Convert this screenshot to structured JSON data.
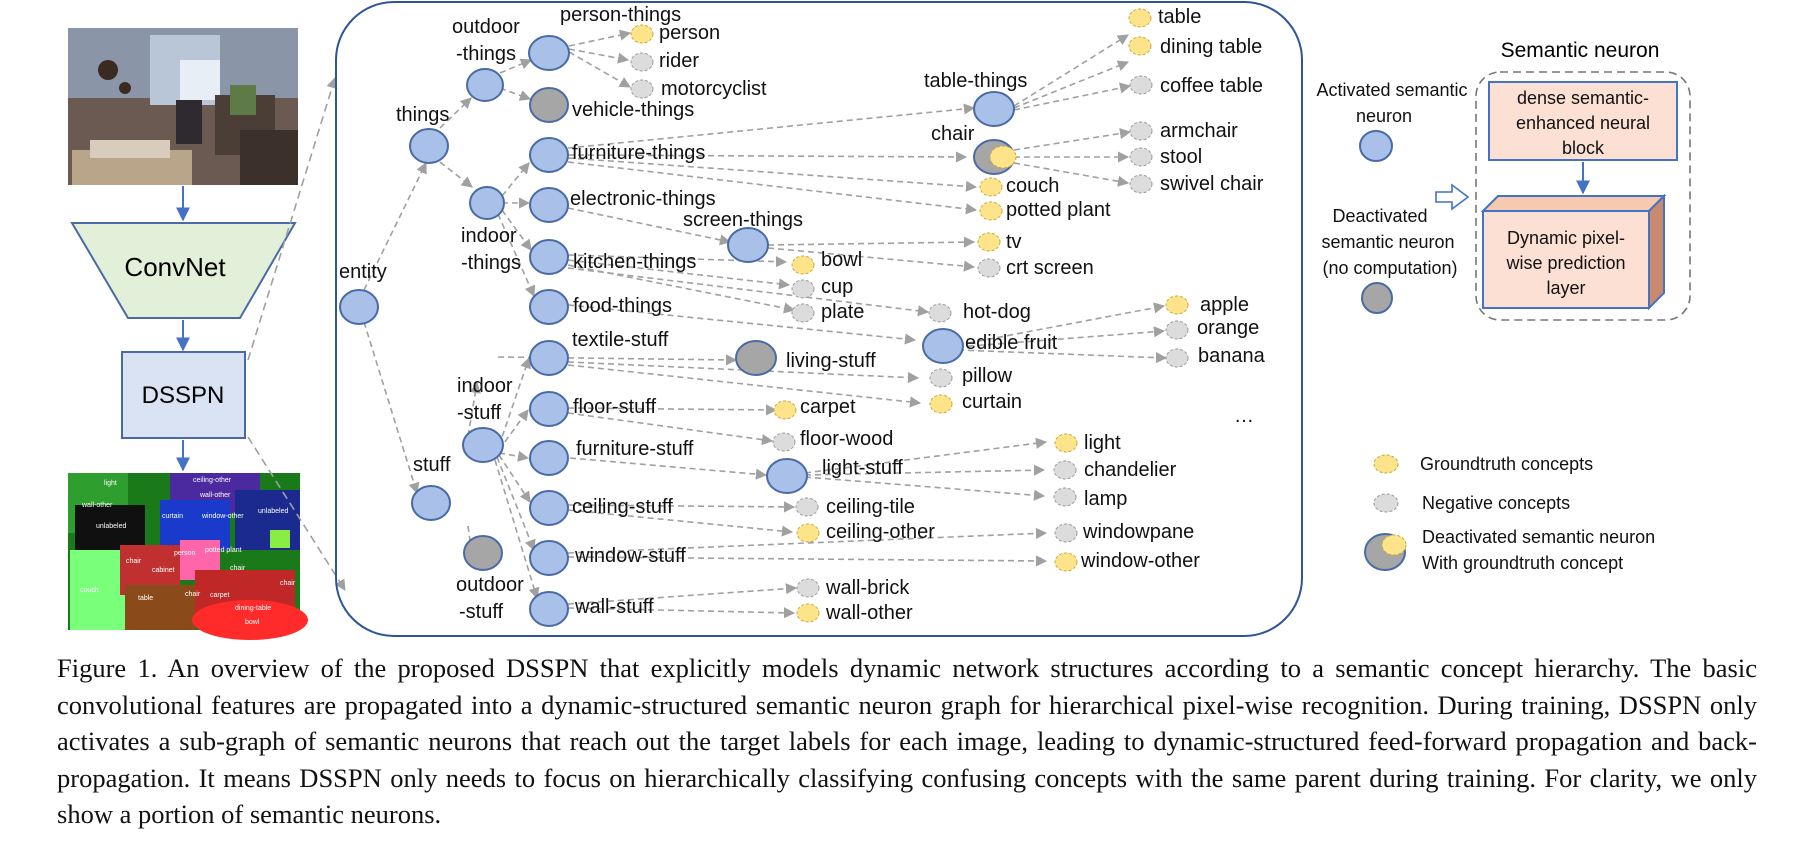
{
  "colors": {
    "activated_neuron": "#a9c0e8",
    "deactivated_neuron": "#a6a6a6",
    "groundtruth_concept": "#fde38a",
    "negative_concept": "#dcdcdc",
    "neuron_stroke": "#4a6aa6",
    "frame_stroke": "#2f5597",
    "convnet_fill": "#e2efd9",
    "dsspn_fill": "#dae3f3",
    "block_fill": "#fbe0d3"
  },
  "pipeline": {
    "convnet_label": "ConvNet",
    "dsspn_label": "DSSPN"
  },
  "segmentation_labels": [
    "light",
    "ceiling-other",
    "wall-other",
    "wall-other",
    "curtain",
    "window-other",
    "unlabeled",
    "unlabeled",
    "person",
    "potted plant",
    "chair",
    "cabinet",
    "chair",
    "chair",
    "chair",
    "couch",
    "table",
    "carpet",
    "dining-table",
    "bowl"
  ],
  "graph": {
    "nodes": {
      "entity": "entity",
      "things": "things",
      "outdoor_things": [
        "outdoor",
        "-things"
      ],
      "indoor_things": [
        "indoor",
        "-things"
      ],
      "stuff": "stuff",
      "indoor_stuff": [
        "indoor",
        "-stuff"
      ],
      "outdoor_stuff": [
        "outdoor",
        "-stuff"
      ],
      "person_things": "person-things",
      "vehicle_things": "vehicle-things",
      "furniture_things": "furniture-things",
      "electronic_things": "electronic-things",
      "kitchen_things": "kitchen-things",
      "food_things": "food-things",
      "textile_stuff": "textile-stuff",
      "floor_stuff": "floor-stuff",
      "furniture_stuff": "furniture-stuff",
      "ceiling_stuff": "ceiling-stuff",
      "window_stuff": "window-stuff",
      "wall_stuff": "wall-stuff",
      "table_things": "table-things",
      "chair": "chair",
      "screen_things": "screen-things",
      "living_stuff": "living-stuff",
      "edible_fruit": "edible fruit",
      "light_stuff": "light-stuff"
    },
    "leaves": {
      "person": "person",
      "rider": "rider",
      "motorcyclist": "motorcyclist",
      "table": "table",
      "dining_table": "dining table",
      "coffee_table": "coffee table",
      "armchair": "armchair",
      "stool": "stool",
      "swivel_chair": "swivel chair",
      "couch": "couch",
      "potted_plant": "potted plant",
      "tv": "tv",
      "crt_screen": "crt screen",
      "bowl": "bowl",
      "cup": "cup",
      "plate": "plate",
      "hot_dog": "hot-dog",
      "apple": "apple",
      "orange": "orange",
      "banana": "banana",
      "pillow": "pillow",
      "curtain": "curtain",
      "carpet": "carpet",
      "floor_wood": "floor-wood",
      "light": "light",
      "chandelier": "chandelier",
      "lamp": "lamp",
      "ceiling_tile": "ceiling-tile",
      "ceiling_other": "ceiling-other",
      "windowpane": "windowpane",
      "window_other": "window-other",
      "wall_brick": "wall-brick",
      "wall_other": "wall-other"
    },
    "ellipsis": "…"
  },
  "legend": {
    "activated": [
      "Activated semantic",
      "neuron"
    ],
    "deactivated": [
      "Deactivated",
      "semantic neuron",
      "(no computation)"
    ],
    "groundtruth": "Groundtruth concepts",
    "negative": "Negative concepts",
    "deactivated_gt": [
      "Deactivated semantic neuron",
      "With groundtruth concept"
    ]
  },
  "semantic_neuron": {
    "title": "Semantic neuron",
    "dense_block": [
      "dense semantic-",
      "enhanced neural",
      "block"
    ],
    "prediction_layer": [
      "Dynamic pixel-",
      "wise prediction",
      "layer"
    ]
  },
  "caption": "Figure 1. An overview of the proposed DSSPN that explicitly models dynamic network structures according to a semantic concept hierarchy. The basic convolutional features are propagated into a dynamic-structured semantic neuron graph for hierarchical pixel-wise recognition. During training, DSSPN only activates a sub-graph of semantic neurons that reach out the target labels for each image, leading to dynamic-structured feed-forward propagation and back-propagation. It means DSSPN only needs to focus on hierarchically classifying confusing concepts with the same parent during training. For clarity, we only show a portion of semantic neurons."
}
